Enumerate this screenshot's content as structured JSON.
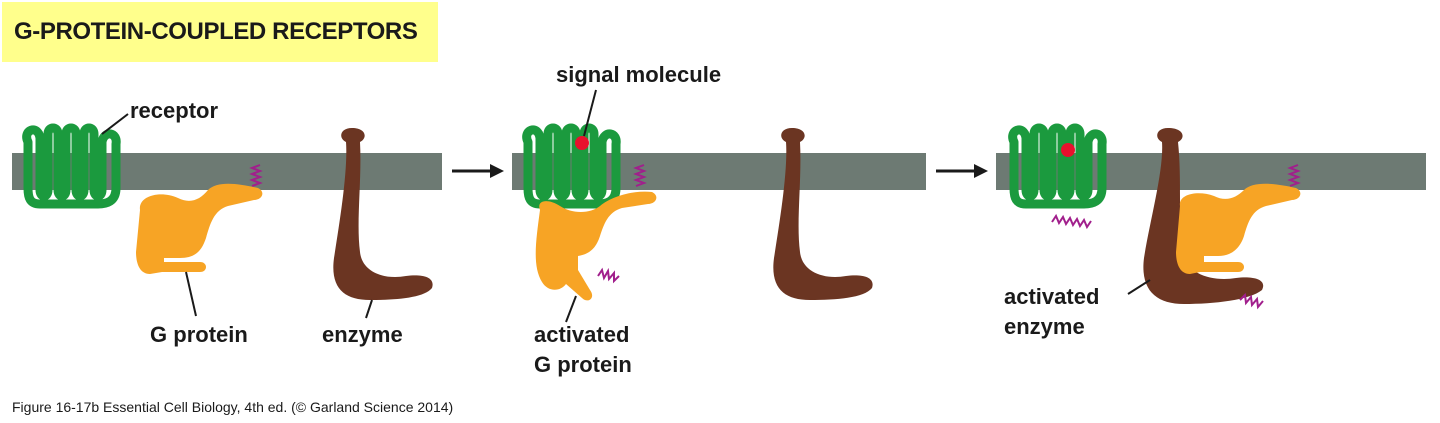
{
  "title": "G-PROTEIN-COUPLED RECEPTORS",
  "labels": {
    "receptor": "receptor",
    "g_protein_line1": "G",
    "g_protein_line2": "protein",
    "enzyme": "enzyme",
    "signal_molecule": "signal molecule",
    "activated_g_line1": "activated",
    "activated_g_line2": "G protein",
    "activated_enzyme_line1": "activated",
    "activated_enzyme_line2": "enzyme"
  },
  "caption": "Figure 16-17b  Essential Cell Biology, 4th ed. (© Garland Science 2014)",
  "colors": {
    "membrane": "#6d7a73",
    "receptor": "#1b9a3e",
    "g_protein": "#f7a425",
    "enzyme": "#6b3522",
    "signal": "#e8112d",
    "anchor": "#a11f8c",
    "title_bg": "#ffff8c"
  }
}
